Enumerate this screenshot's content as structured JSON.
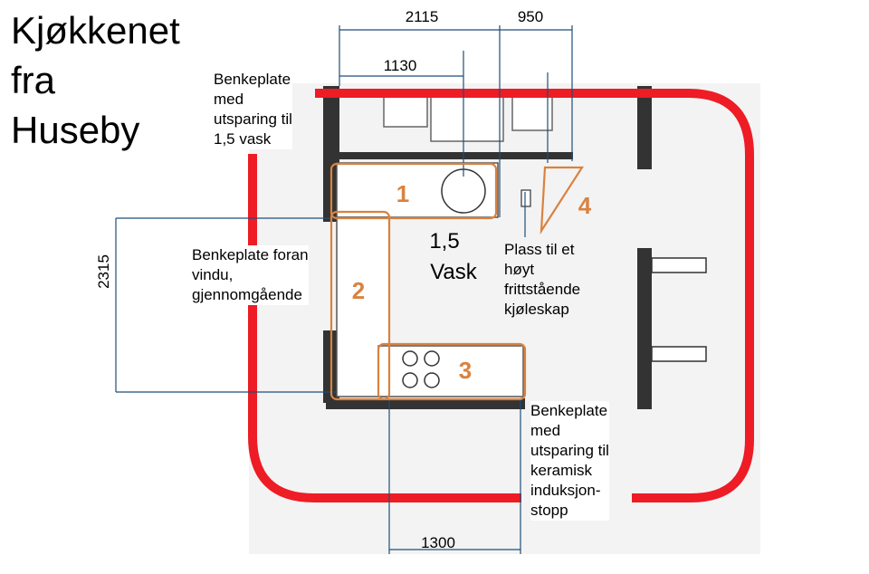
{
  "title": {
    "line1": "Kjøkkenet",
    "line2": "fra",
    "line3": "Huseby"
  },
  "dimensions": {
    "top_total": "2115",
    "top_right": "950",
    "top_inner": "1130",
    "left_height": "2315",
    "bottom_width": "1300"
  },
  "zones": [
    {
      "number": "1"
    },
    {
      "number": "2"
    },
    {
      "number": "3"
    },
    {
      "number": "4"
    }
  ],
  "sink_label": {
    "line1": "1,5",
    "line2": "Vask"
  },
  "notes": {
    "zone1": [
      "Benkeplate",
      "med",
      "utsparing til",
      "1,5 vask"
    ],
    "zone2": [
      "Benkeplate foran",
      "vindu,",
      "gjennomgående"
    ],
    "zone4": [
      "Plass til et",
      "høyt",
      "frittstående",
      "kjøleskap"
    ],
    "zone3": [
      "Benkeplate",
      "med",
      "utsparing til",
      "keramisk",
      "induksjon-",
      "stopp"
    ]
  },
  "colors": {
    "boundary": "#ee1c25",
    "zone": "#d9823f",
    "dimension": "#1f4e79",
    "walls": "#333333"
  }
}
